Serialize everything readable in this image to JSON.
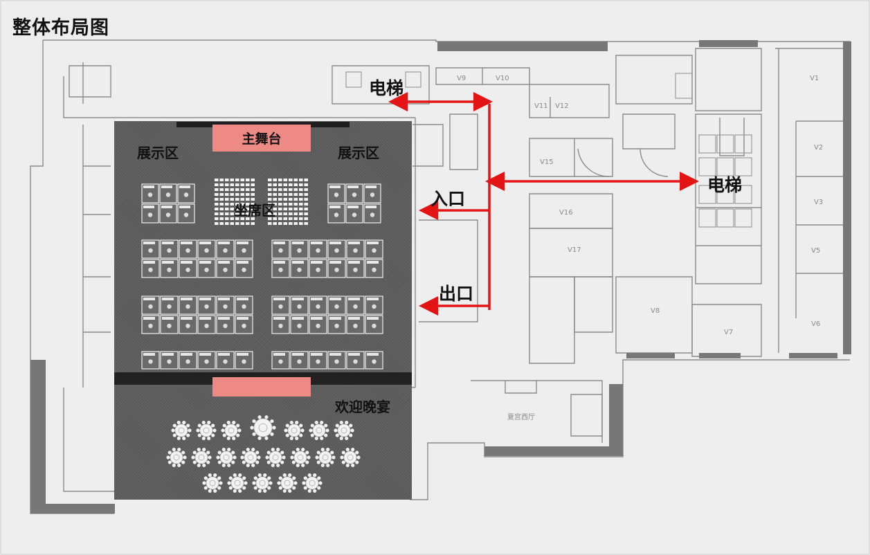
{
  "title": "整体布局图",
  "hall": {
    "main_stage": "主舞台",
    "exhibit_left": "展示区",
    "exhibit_right": "展示区",
    "seating": "坐席区",
    "banquet": "欢迎晚宴"
  },
  "flow": {
    "elevator_top": "电梯",
    "elevator_right": "电梯",
    "entrance": "入口",
    "exit": "出口",
    "arrow_color": "#e41414"
  },
  "rooms": [
    "V1",
    "V2",
    "V3",
    "V5",
    "V6",
    "V7",
    "V8",
    "V9",
    "V10",
    "V11",
    "V12",
    "V15",
    "V16",
    "V17"
  ],
  "restaurant": "夏宫西厅",
  "colors": {
    "hall": "#5d5d5d",
    "stage": "#ee8a86",
    "wall": "#777777",
    "arrow": "#e41414"
  }
}
